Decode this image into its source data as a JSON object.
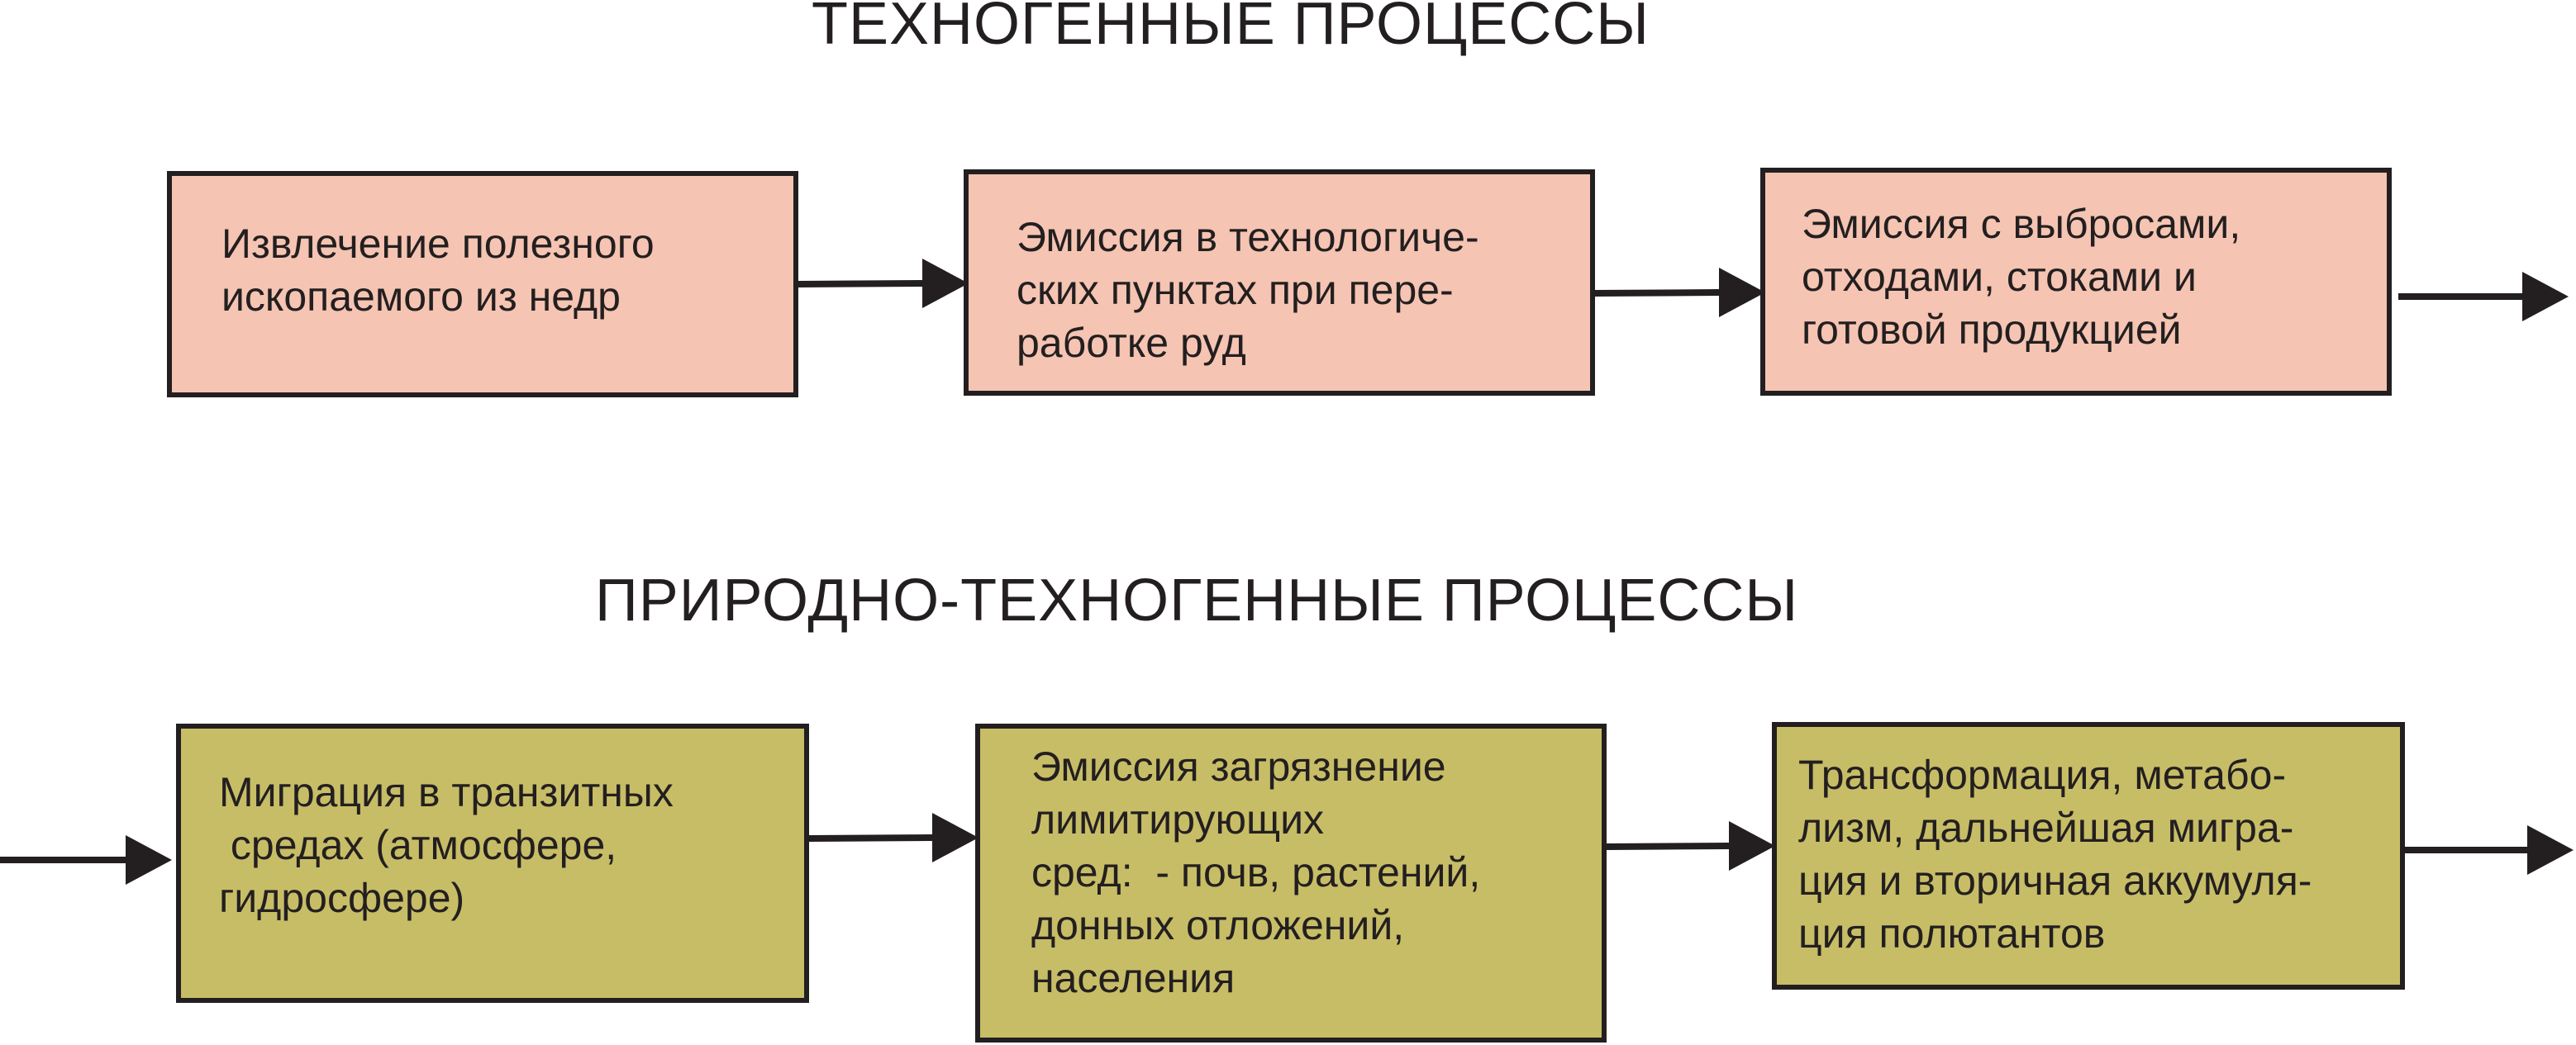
{
  "colors": {
    "row1_fill": "#f5c4b2",
    "row2_fill": "#c7bd66",
    "stroke": "#231f20"
  },
  "row1": {
    "title": "ТЕХНОГЕННЫЕ ПРОЦЕССЫ",
    "boxes": [
      {
        "text": "Извлечение полезного\nископаемого из недр"
      },
      {
        "text": "Эмиссия в технологиче-\nских пунктах при пере-\nработке руд"
      },
      {
        "text": "Эмиссия с выбросами,\nотходами, стоками и\nготовой продукцией"
      }
    ]
  },
  "row2": {
    "title": "ПРИРОДНО-ТЕХНОГЕННЫЕ ПРОЦЕССЫ",
    "boxes": [
      {
        "text": "Миграция в транзитных\n средах (атмосфере,\nгидросфере)"
      },
      {
        "text": "Эмиссия загрязнение\nлимитирующих\nсред:  - почв, растений,\nдонных отложений,\nнаселения"
      },
      {
        "text": "Трансформация, метабо-\nлизм, дальнейшая мигра-\nция и вторичная аккумуля-\nция полютантов"
      }
    ]
  }
}
